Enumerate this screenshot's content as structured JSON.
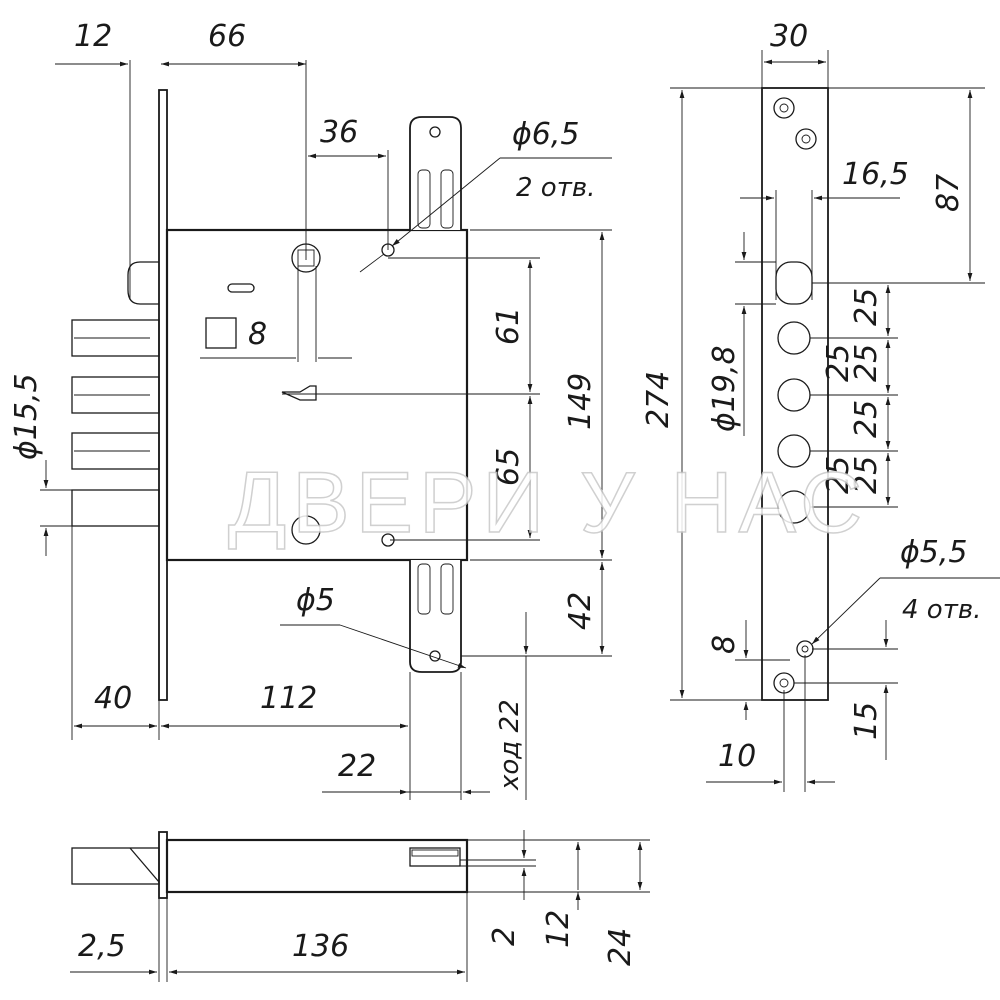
{
  "watermark": "ДВЕРИ У НАС",
  "front_view": {
    "dims": {
      "d12": "12",
      "d66": "66",
      "d36": "36",
      "d6_5": "ϕ6,5",
      "holes2": "2 отв.",
      "square8": "8",
      "d61": "61",
      "d149": "149",
      "d65": "65",
      "d42": "42",
      "d15_5": "ϕ15,5",
      "d5": "ϕ5",
      "d40": "40",
      "d112": "112",
      "d22": "22",
      "stroke22": "ход 22"
    }
  },
  "side_view": {
    "dims": {
      "d30": "30",
      "d16_5": "16,5",
      "d87": "87",
      "d274": "274",
      "d19_8": "ϕ19,8",
      "pitch": [
        "25",
        "25",
        "25",
        "25",
        "25",
        "25"
      ],
      "d5_5": "ϕ5,5",
      "holes4": "4 отв.",
      "d8": "8",
      "d10": "10",
      "d15": "15"
    }
  },
  "bottom_view": {
    "dims": {
      "d2_5": "2,5",
      "d136": "136",
      "d2": "2",
      "d12": "12",
      "d24": "24"
    }
  }
}
